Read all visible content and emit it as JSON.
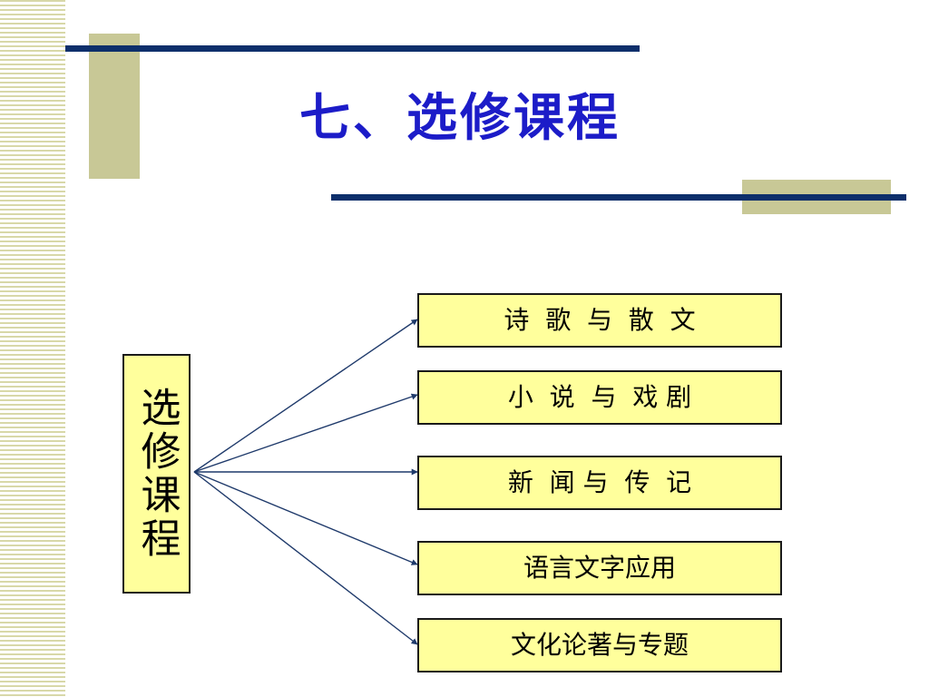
{
  "slide": {
    "title": "七、选修课程",
    "root_label": "选修课程",
    "courses": [
      {
        "label": "诗  歌  与  散  文"
      },
      {
        "label": "小  说  与  戏 剧"
      },
      {
        "label": "新  闻 与  传  记"
      },
      {
        "label": "语言文字应用"
      },
      {
        "label": "文化论著与专题"
      }
    ]
  },
  "colors": {
    "title": "#1c1cc8",
    "rule": "#0d2f6b",
    "box_fill": "#ffff9c",
    "accent_block": "#c8c896",
    "arrow": "#1f3a6b"
  }
}
